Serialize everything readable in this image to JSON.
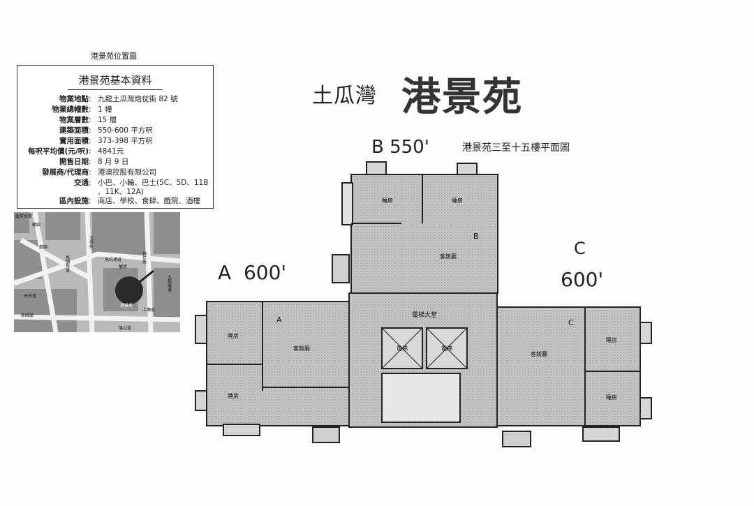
{
  "location_map_caption": "港景苑位置圖",
  "info": {
    "title": "港景苑基本資料",
    "rows": [
      {
        "label": "物業地點",
        "value": "九龍土瓜灣炮仗街 82 號"
      },
      {
        "label": "物業總幢數",
        "value": "1 幢"
      },
      {
        "label": "物業層數",
        "value": "15 層"
      },
      {
        "label": "建築面積",
        "value": "550-600 平方呎"
      },
      {
        "label": "實用面積",
        "value": "373-398 平方呎"
      },
      {
        "label": "每呎平均價(元/呎)",
        "value": "4841元"
      },
      {
        "label": "開售日期",
        "value": "8 月 9 日"
      },
      {
        "label": "發展商/代理商",
        "value": "港澳控股有限公司"
      },
      {
        "label": "交通",
        "value": "小巴、小輪、巴士(5C、5D、11B"
      },
      {
        "label": "",
        "value": "、11K、12A)"
      },
      {
        "label": "區內設施",
        "value": "商店、學校、食肆、戲院、酒樓"
      }
    ]
  },
  "map": {
    "labels": [
      "鶴園",
      "北帝街",
      "馬坑涌道",
      "炮仗街",
      "九龍城道",
      "天光道",
      "上鄉道",
      "港景苑",
      "馬頭角道",
      "落山道",
      "新碼頭",
      "龍園",
      "屠房",
      "政府合署"
    ]
  },
  "plan": {
    "district": "土瓜灣",
    "estate": "港景苑",
    "subtitle": "港景苑三至十五樓平面圖",
    "unit_b_note": "B 550'",
    "unit_a_note_letter": "A",
    "unit_a_note_size": "600'",
    "unit_c_note_letter": "C",
    "unit_c_note_size": "600'",
    "rooms": {
      "bedroom": "睡房",
      "living": "客飯廳",
      "lobby": "電梯大堂",
      "lift": "電梯",
      "unit_a": "A",
      "unit_b": "B",
      "unit_c": "C"
    }
  }
}
